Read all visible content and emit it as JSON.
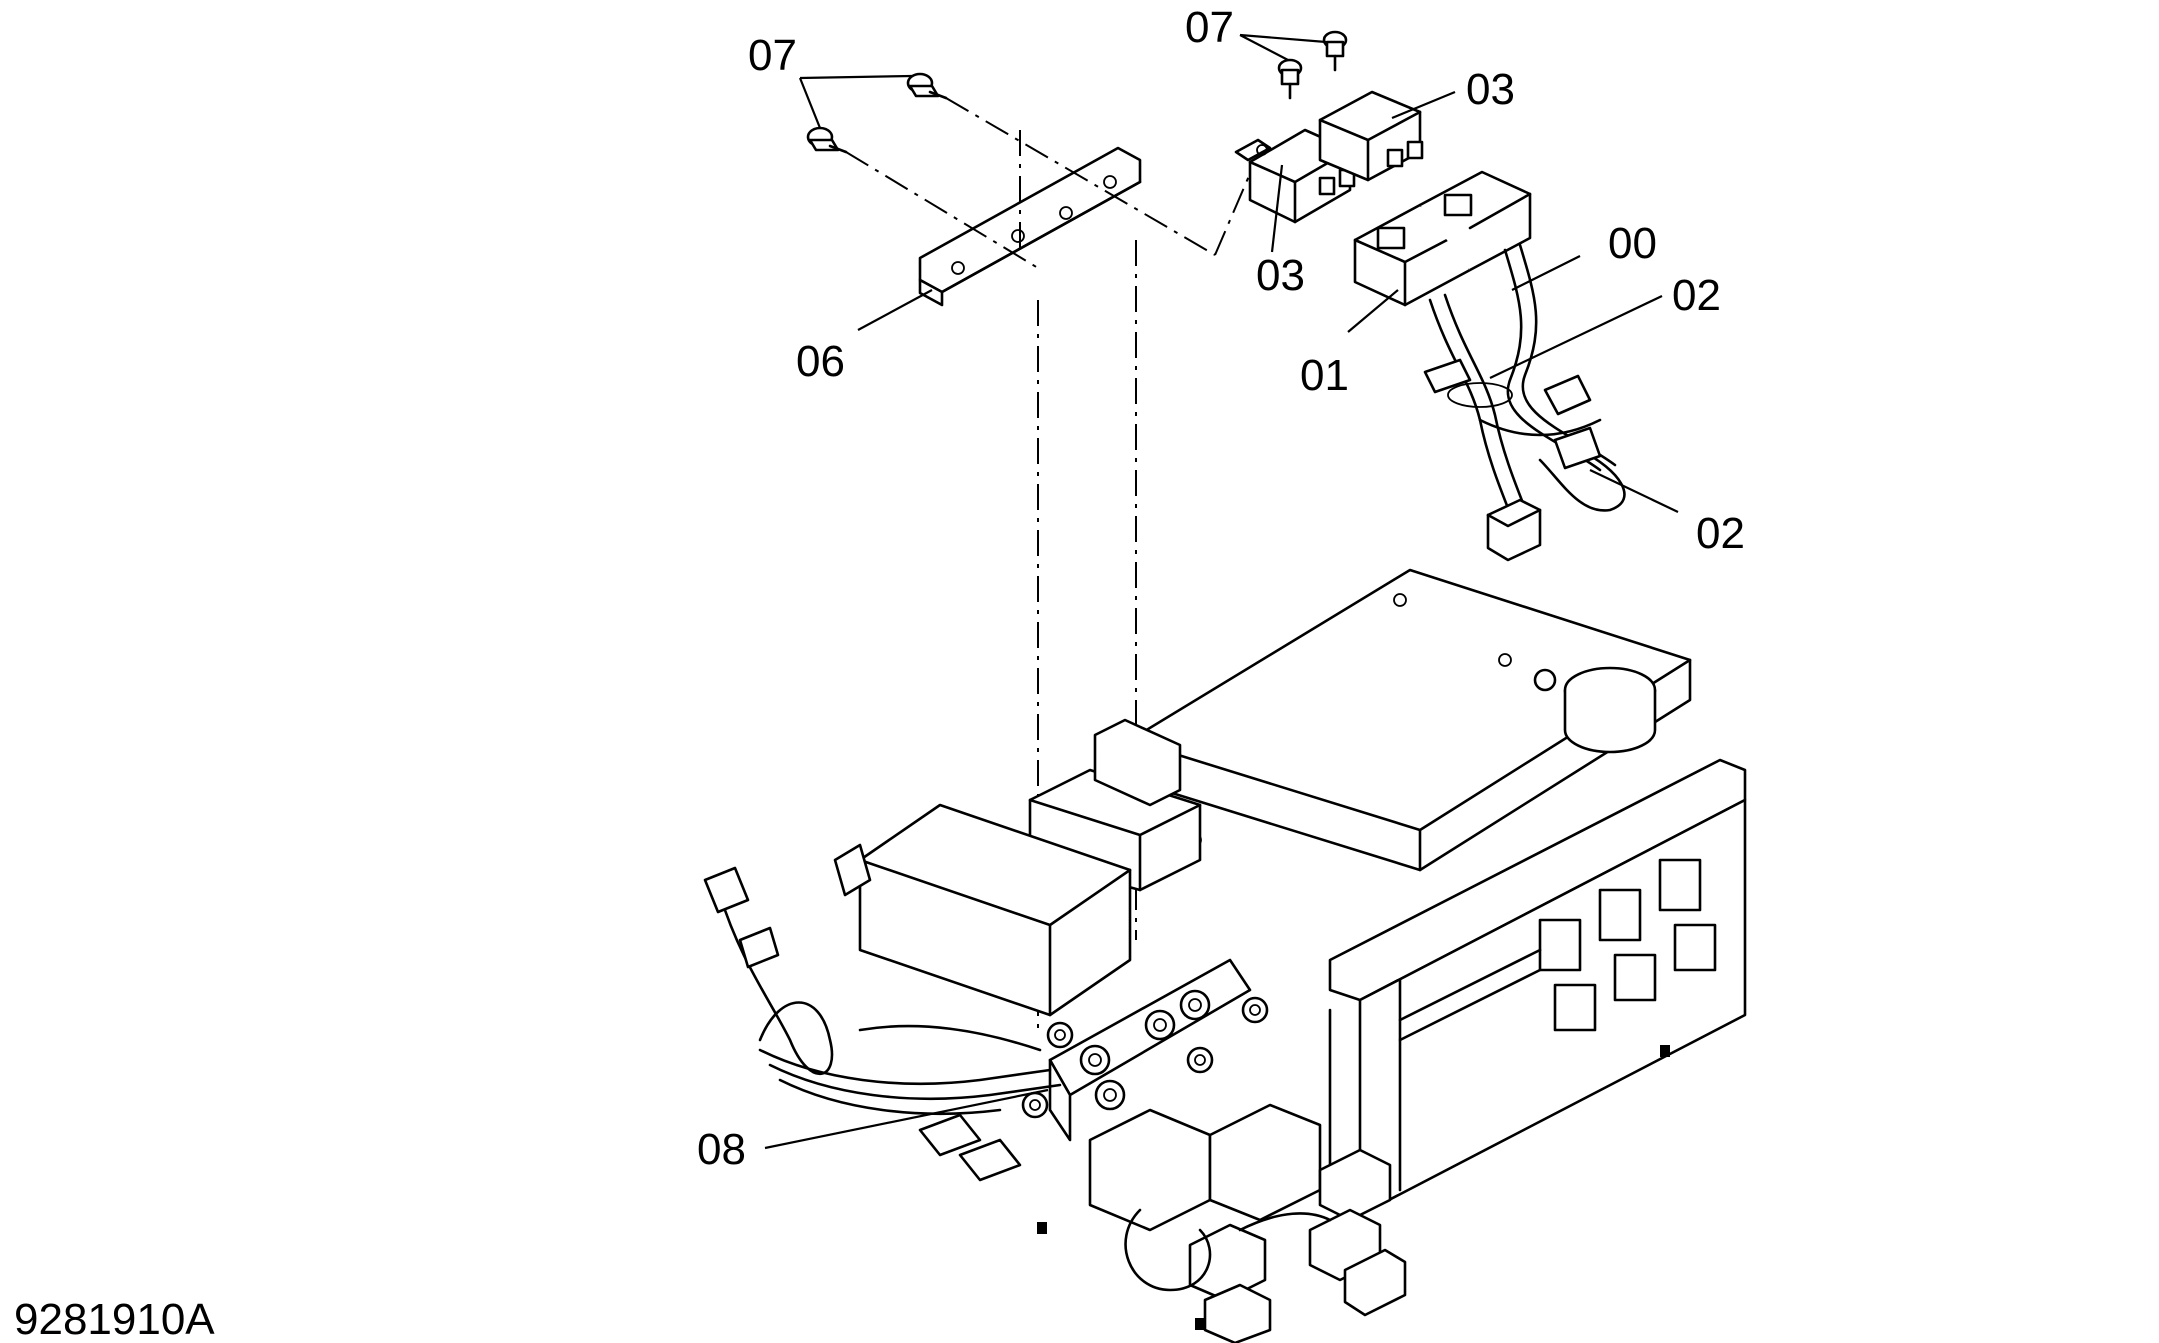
{
  "figure_id": "9281910A",
  "callouts": {
    "c00": "00",
    "c01": "01",
    "c02a": "02",
    "c02b": "02",
    "c03a": "03",
    "c03b": "03",
    "c06": "06",
    "c07a": "07",
    "c07b": "07",
    "c08": "08"
  }
}
